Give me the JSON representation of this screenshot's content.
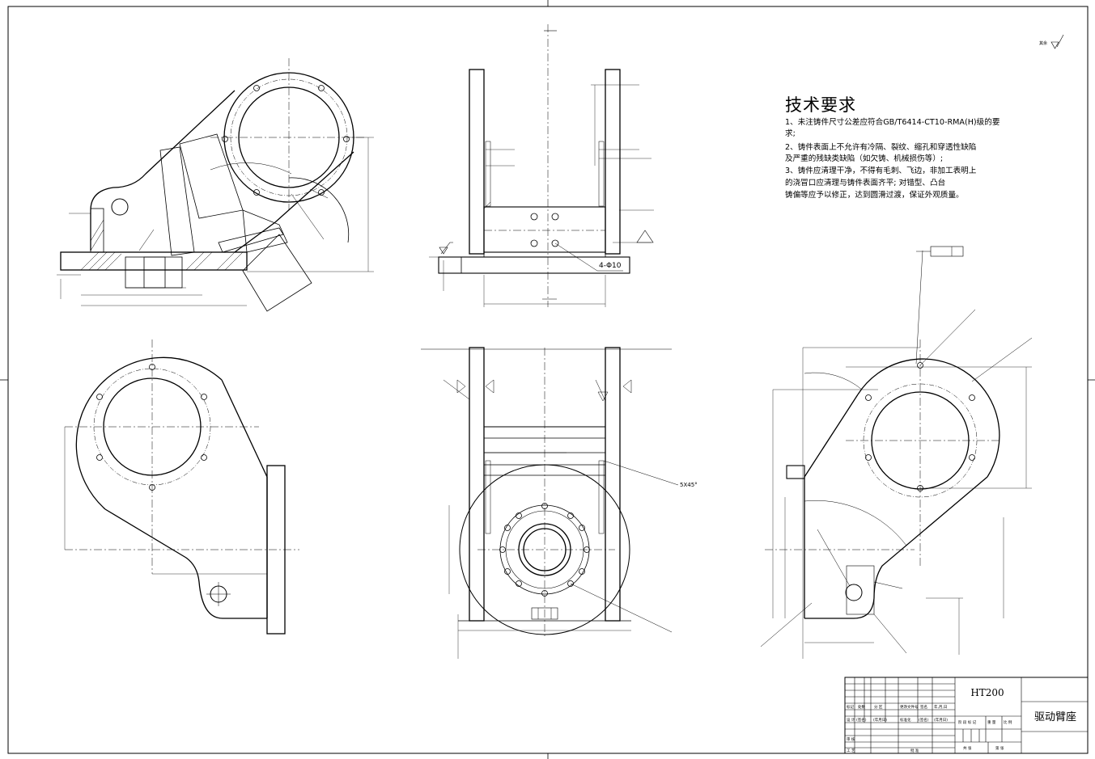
{
  "drawing": {
    "tech_requirements": {
      "title": "技术要求",
      "lines": [
        "1、未注铸件尺寸公差应符合GB/T6414-CT10-RMA(H)级的要",
        "求;",
        "2、铸件表面上不允许有冷隔、裂纹、缩孔和穿透性缺陷",
        "及严重的残缺类缺陷（如欠铸、机械损伤等）;",
        "3、铸件应清理干净，不得有毛刺、飞边，非加工表明上",
        "的浇冒口应清理与铸件表面齐平; 对错型、凸台",
        "    铸偏等应予以修正，达到圆滑过渡，保证外观质量。"
      ]
    },
    "title_block": {
      "material": "HT200",
      "part_name": "驱动臂座",
      "row_labels": [
        "标记",
        "处数",
        "分 区",
        "更改文件号",
        "签名",
        "年,月,日"
      ],
      "row2": [
        "设 计",
        "(签名)",
        "(年月日)",
        "标准化",
        "(签名)",
        "(年月日)"
      ],
      "stage_labels": [
        "阶 段 标 记",
        "重 量",
        "比 例"
      ],
      "left_labels": [
        "审 核",
        "工 艺"
      ],
      "approve": "批 准",
      "sheet": [
        "共 张",
        "第 张"
      ]
    },
    "rough_note": "其余",
    "callouts": [
      "4-Φ10",
      "5X45°"
    ]
  }
}
